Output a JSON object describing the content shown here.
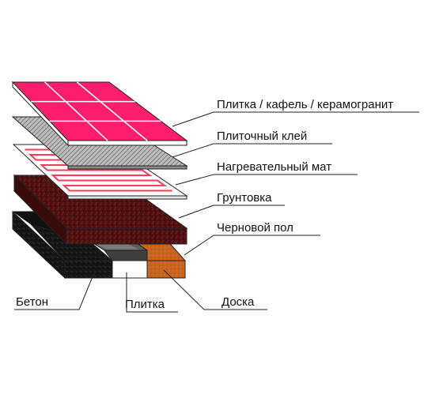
{
  "diagram": {
    "layers": [
      {
        "id": "tile",
        "label": "Плитка / кафель / керамогранит",
        "color": "#ff1d6e"
      },
      {
        "id": "adhesive",
        "label": "Плиточный клей",
        "color": "#9a9a9a"
      },
      {
        "id": "heating_mat",
        "label": "Нагревательный мат",
        "color": "#ff3b5a"
      },
      {
        "id": "primer",
        "label": "Грунтовка",
        "color": "#5a1414"
      },
      {
        "id": "subfloor",
        "label": "Черновой пол",
        "color": "#1a1a1a"
      }
    ],
    "subfloor_variants": [
      {
        "id": "concrete",
        "label": "Бетон",
        "color": "#1a1a1a"
      },
      {
        "id": "tile_base",
        "label": "Плитка",
        "color": "#5e5e5e"
      },
      {
        "id": "board",
        "label": "Доска",
        "color": "#c9651e"
      }
    ]
  }
}
